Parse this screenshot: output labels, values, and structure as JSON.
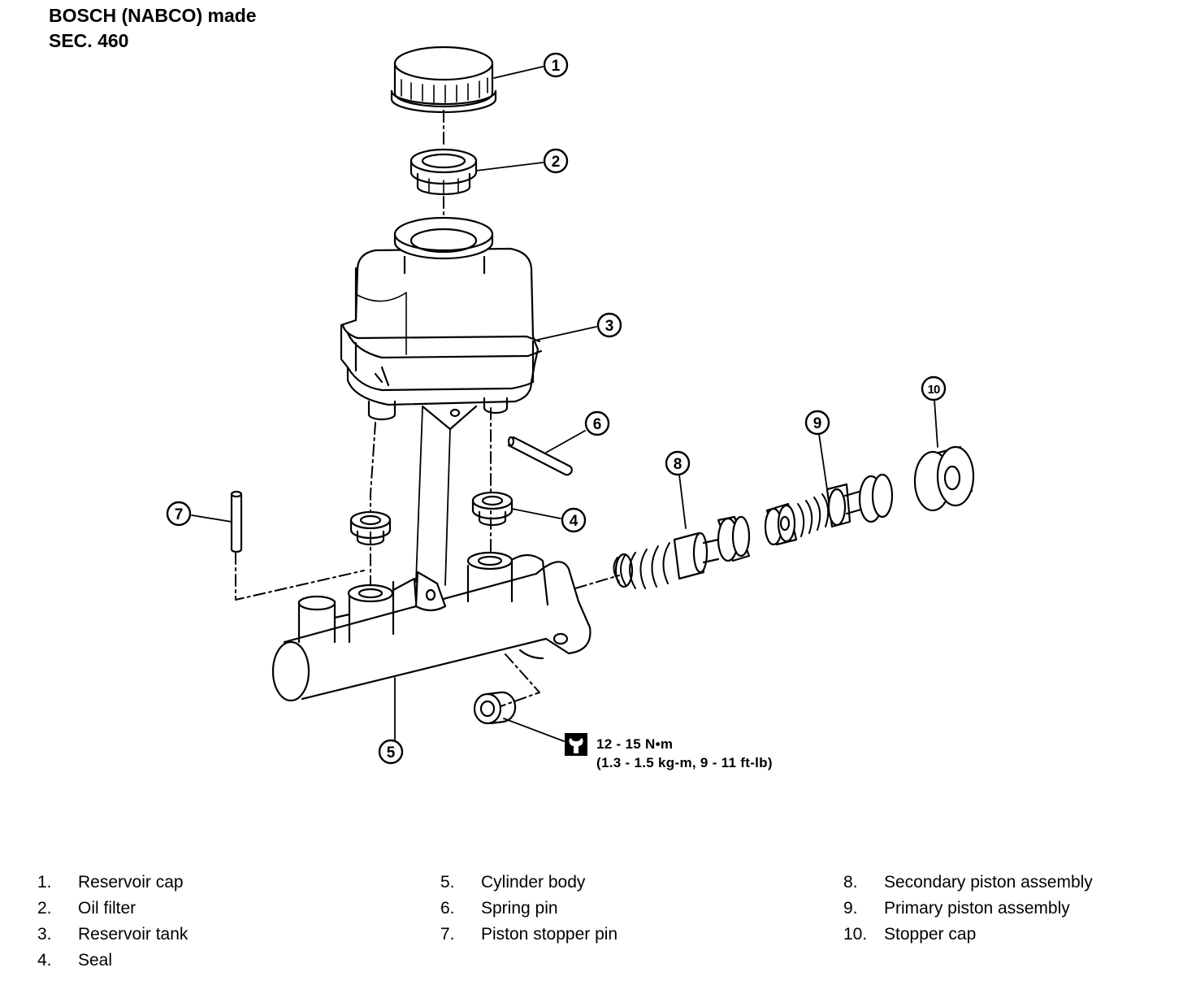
{
  "header": {
    "line1": "BOSCH (NABCO) made",
    "line2": "SEC. 460"
  },
  "callouts": [
    "1",
    "2",
    "3",
    "4",
    "5",
    "6",
    "7",
    "8",
    "9",
    "10"
  ],
  "torque": {
    "icon": "wrench-icon",
    "line1": "12 - 15 N•m",
    "line2": "(1.3 - 1.5 kg-m, 9 - 11 ft-lb)"
  },
  "legend": {
    "col1": [
      {
        "num": "1.",
        "label": "Reservoir cap"
      },
      {
        "num": "2.",
        "label": "Oil filter"
      },
      {
        "num": "3.",
        "label": "Reservoir tank"
      },
      {
        "num": "4.",
        "label": "Seal"
      }
    ],
    "col2": [
      {
        "num": "5.",
        "label": "Cylinder body"
      },
      {
        "num": "6.",
        "label": "Spring pin"
      },
      {
        "num": "7.",
        "label": "Piston stopper pin"
      }
    ],
    "col3": [
      {
        "num": "8.",
        "label": "Secondary piston assembly"
      },
      {
        "num": "9.",
        "label": "Primary piston assembly"
      },
      {
        "num": "10.",
        "label": "Stopper cap"
      }
    ]
  }
}
